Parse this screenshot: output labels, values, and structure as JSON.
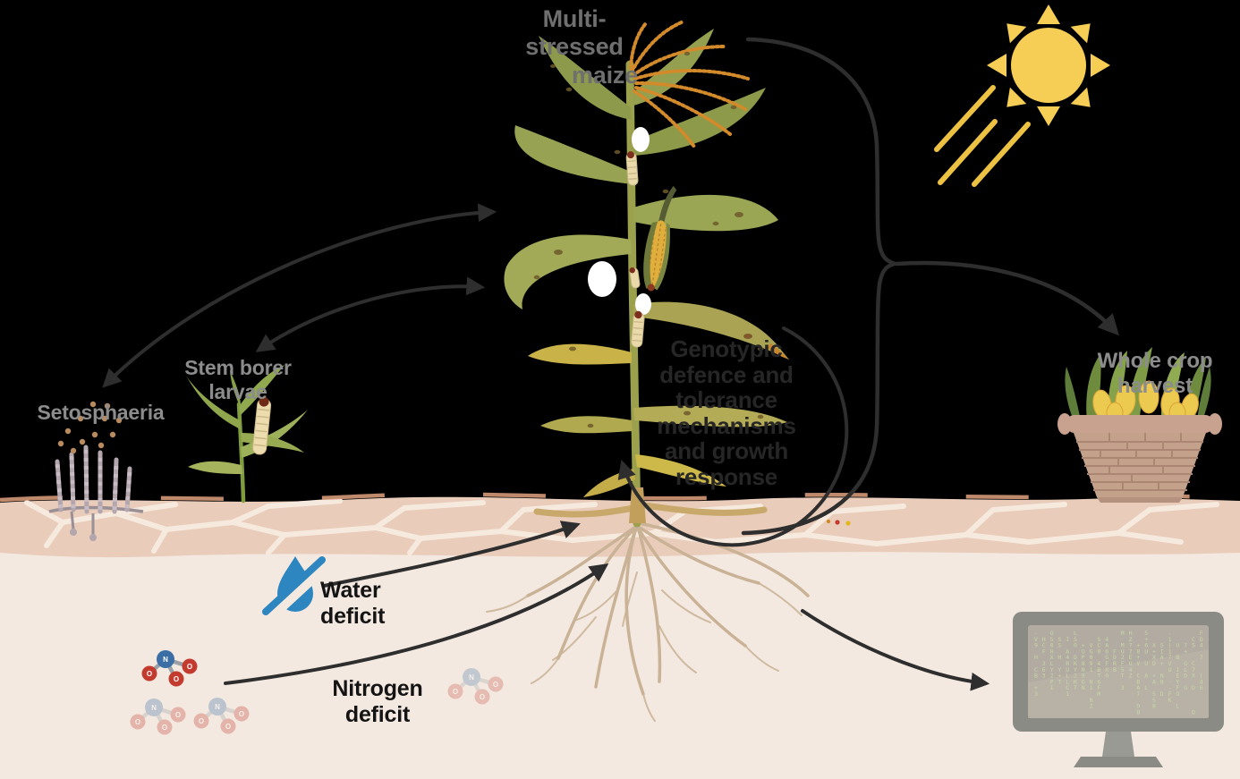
{
  "labels": {
    "multi_stressed_maize": {
      "line1": "Multi-stressed",
      "line2": "maize"
    },
    "setosphaeria": {
      "line1": "Setosphaeria"
    },
    "stem_borer_larvae": {
      "line1": "Stem borer",
      "line2": "larvae"
    },
    "water_deficit": {
      "line1": "Water",
      "line2": "deficit"
    },
    "nitrogen_deficit": {
      "line1": "Nitrogen",
      "line2": "deficit"
    },
    "genotypic_response": {
      "line1": "Genotypic",
      "line2": "defence and",
      "line3": "tolerance",
      "line4": "mechanisms",
      "line5": "and growth",
      "line6": "response"
    },
    "whole_crop_harvest": {
      "line1": "Whole crop",
      "line2": "harvest"
    }
  },
  "atoms": {
    "nitrogen_symbol": "N",
    "oxygen_symbol": "O"
  },
  "colors": {
    "background": "#000000",
    "soil_band": "#e9ccba",
    "soil_crack": "#f6eadf",
    "soil_lower": "#f3e9e0",
    "soil_top_edge": "#d49878",
    "arrow": "#2e2e2e",
    "sun": "#f6ce55",
    "sun_ray": "#edc243",
    "water_blue": "#2e86c1",
    "nitrogen_blue": "#3a6ea5",
    "oxygen_red": "#c23b2e",
    "leaf_green": "#96a24f",
    "leaf_yellow": "#c9b348",
    "tassel_orange": "#d28a2a",
    "cob_yellow": "#ecc94f",
    "larva_cream": "#ead9ab",
    "fungus_gray": "#b3a6ad",
    "spore_brown": "#b98a5e",
    "root_tan": "#c9b295",
    "basket_tan": "#c9a892",
    "monitor_gray": "#8b8b85",
    "matrix_green": "#c9dca4"
  },
  "icons": {
    "sun-icon": "yellow sun with triangular rays and three diagonal beams",
    "water-drop-slash-icon": "blue water drop crossed by slash",
    "nitrate-molecule-icon": "blue N atom bonded to three red O atoms",
    "fungus-icon": "Setosphaeria conidiophores with spores",
    "larva-icon": "cream stem borer caterpillar",
    "maize-plant-icon": "multi-stressed maize plant with cobs, tassel and roots",
    "harvest-basket-icon": "woven basket filled with corn cobs",
    "monitor-icon": "computer monitor showing green data characters",
    "soil-layer": "cracked dry topsoil band over light subsoil",
    "arrows": "black curved connectors linking stressors, plant, harvest and data"
  }
}
